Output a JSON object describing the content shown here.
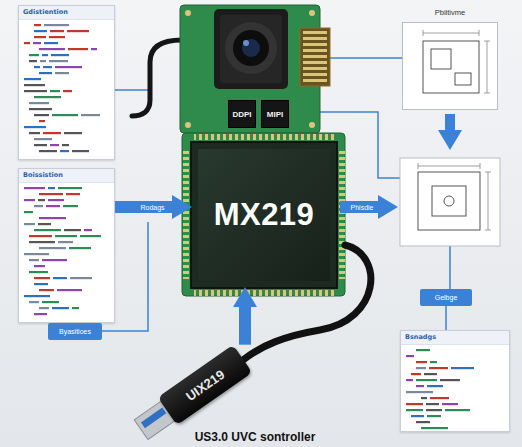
{
  "diagram": {
    "caption": "US3.0 UVC sontroller",
    "nodes": [
      {
        "text": [
          "Gdistiention"
        ]
      },
      {
        "text": [
          "DDPI"
        ]
      },
      {
        "text": [
          "MIPI"
        ]
      },
      {
        "text": [
          "Pbiitivme"
        ]
      },
      {
        "text": [
          "Boissistion"
        ]
      },
      {
        "text": [
          "MX219"
        ]
      },
      {
        "text": [
          "Byasitioes"
        ]
      },
      {
        "text": [
          "Gelbge"
        ]
      },
      {
        "text": [
          "Bsnadgs"
        ]
      },
      {
        "text": [
          "UIX219"
        ]
      }
    ],
    "edges": [
      {
        "from": 4,
        "to": 5,
        "arrow": "to",
        "label": "Rodags"
      },
      {
        "from": 9,
        "to": 5,
        "arrow": "to"
      }
    ],
    "labels": [
      "Phisdie"
    ]
  }
}
